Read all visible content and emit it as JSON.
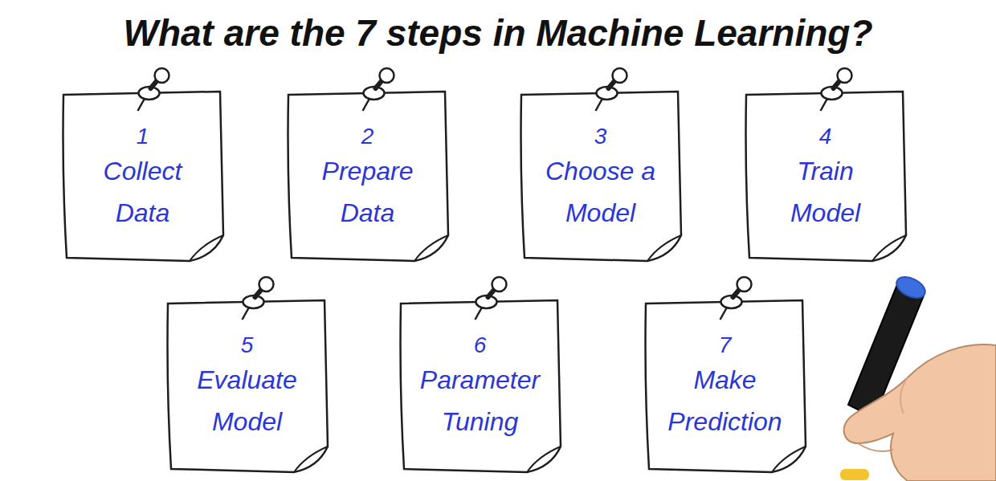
{
  "diagram": {
    "title": "What are the 7 steps in Machine Learning?",
    "nodes": [
      {
        "text": [
          "1",
          "Collect Data"
        ]
      },
      {
        "text": [
          "2",
          "Prepare Data"
        ]
      },
      {
        "text": [
          "3",
          "Choose a Model"
        ]
      },
      {
        "text": [
          "4",
          "Train Model"
        ]
      },
      {
        "text": [
          "5",
          "Evaluate Model"
        ]
      },
      {
        "text": [
          "6",
          "Parameter Tuning"
        ]
      },
      {
        "text": [
          "7",
          "Make Prediction"
        ]
      }
    ]
  }
}
